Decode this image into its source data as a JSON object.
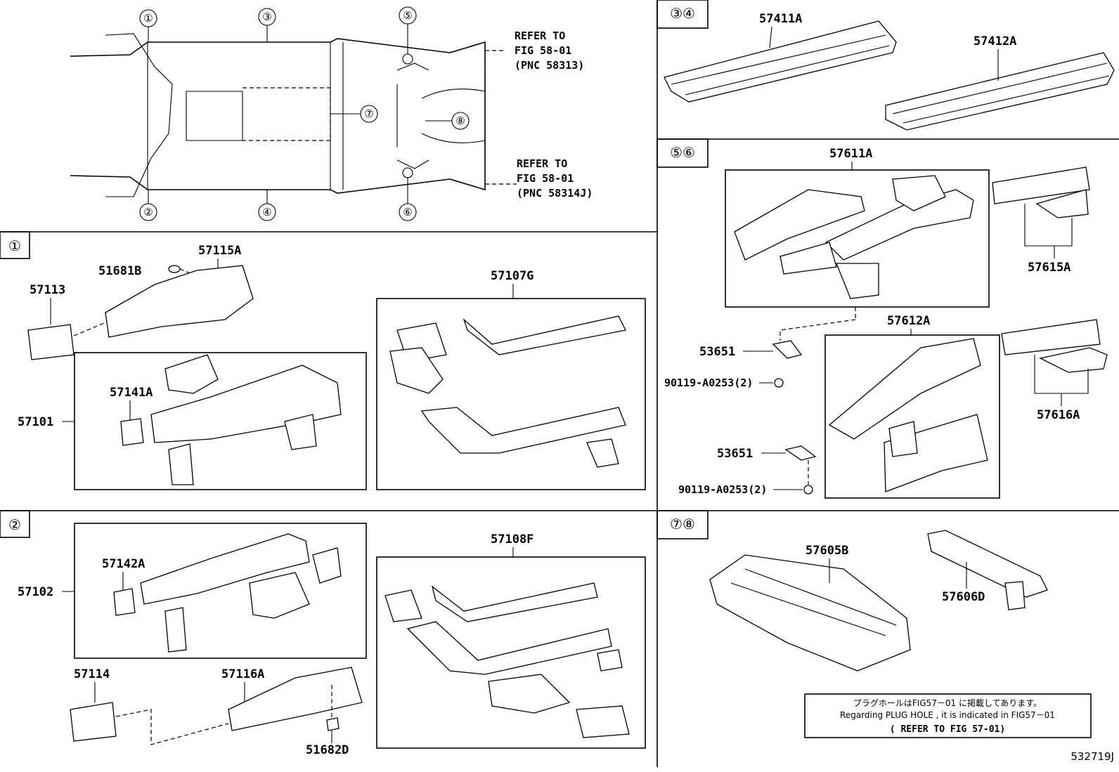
{
  "overview": {
    "markers": [
      "①",
      "②",
      "③",
      "④",
      "⑤",
      "⑥",
      "⑦",
      "⑧"
    ],
    "refer_front": [
      "REFER TO",
      "FIG 58-01",
      "(PNC 58313)"
    ],
    "refer_rear": [
      "REFER TO",
      "FIG 58-01",
      "(PNC 58314J)"
    ]
  },
  "sections": {
    "s34": {
      "marker": "③④",
      "parts": [
        "57411A",
        "57412A"
      ]
    },
    "s56": {
      "marker": "⑤⑥",
      "parts": [
        "57611A",
        "57615A",
        "53651",
        "90119-A0253(2)",
        "57612A",
        "57616A",
        "53651",
        "90119-A0253(2)"
      ]
    },
    "s1": {
      "marker": "①",
      "parts": [
        "51681B",
        "57115A",
        "57113",
        "57141A",
        "57101",
        "57107G"
      ]
    },
    "s2": {
      "marker": "②",
      "parts": [
        "57142A",
        "57102",
        "57108F",
        "57114",
        "57116A",
        "51682D"
      ]
    },
    "s78": {
      "marker": "⑦⑧",
      "parts": [
        "57605B",
        "57606D"
      ]
    }
  },
  "note": {
    "jp": "プラグホールはFIG57－01 に掲載してあります。",
    "en": "Regarding PLUG HOLE , it is indicated in FIG57－01",
    "ref": "( REFER TO FIG 57-01)"
  },
  "figure_id": "532719J"
}
